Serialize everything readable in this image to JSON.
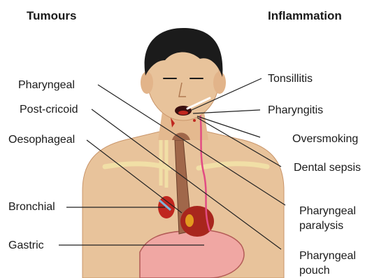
{
  "headers": {
    "left": "Tumours",
    "right": "Inflammation"
  },
  "tumours": {
    "pharyngeal": "Pharyngeal",
    "post_cricoid": "Post-cricoid",
    "oesophageal": "Oesophageal",
    "bronchial": "Bronchial",
    "gastric": "Gastric"
  },
  "inflammation": {
    "tonsillitis": "Tonsillitis",
    "pharyngitis": "Pharyngitis",
    "oversmoking": "Oversmoking",
    "dental_sepsis": "Dental sepsis",
    "pharyngeal_paralysis_1": "Pharyngeal",
    "pharyngeal_paralysis_2": "paralysis",
    "pharyngeal_pouch_1": "Pharyngeal",
    "pharyngeal_pouch_2": "pouch"
  },
  "colors": {
    "skin": "#e8c39b",
    "skin_dark": "#c9956a",
    "hair": "#1b1b1b",
    "stomach": "#f0a7a3",
    "oesophagus": "#a0674a",
    "tumour_red": "#c0271f",
    "bone": "#f1dfa6",
    "line": "#222222"
  }
}
